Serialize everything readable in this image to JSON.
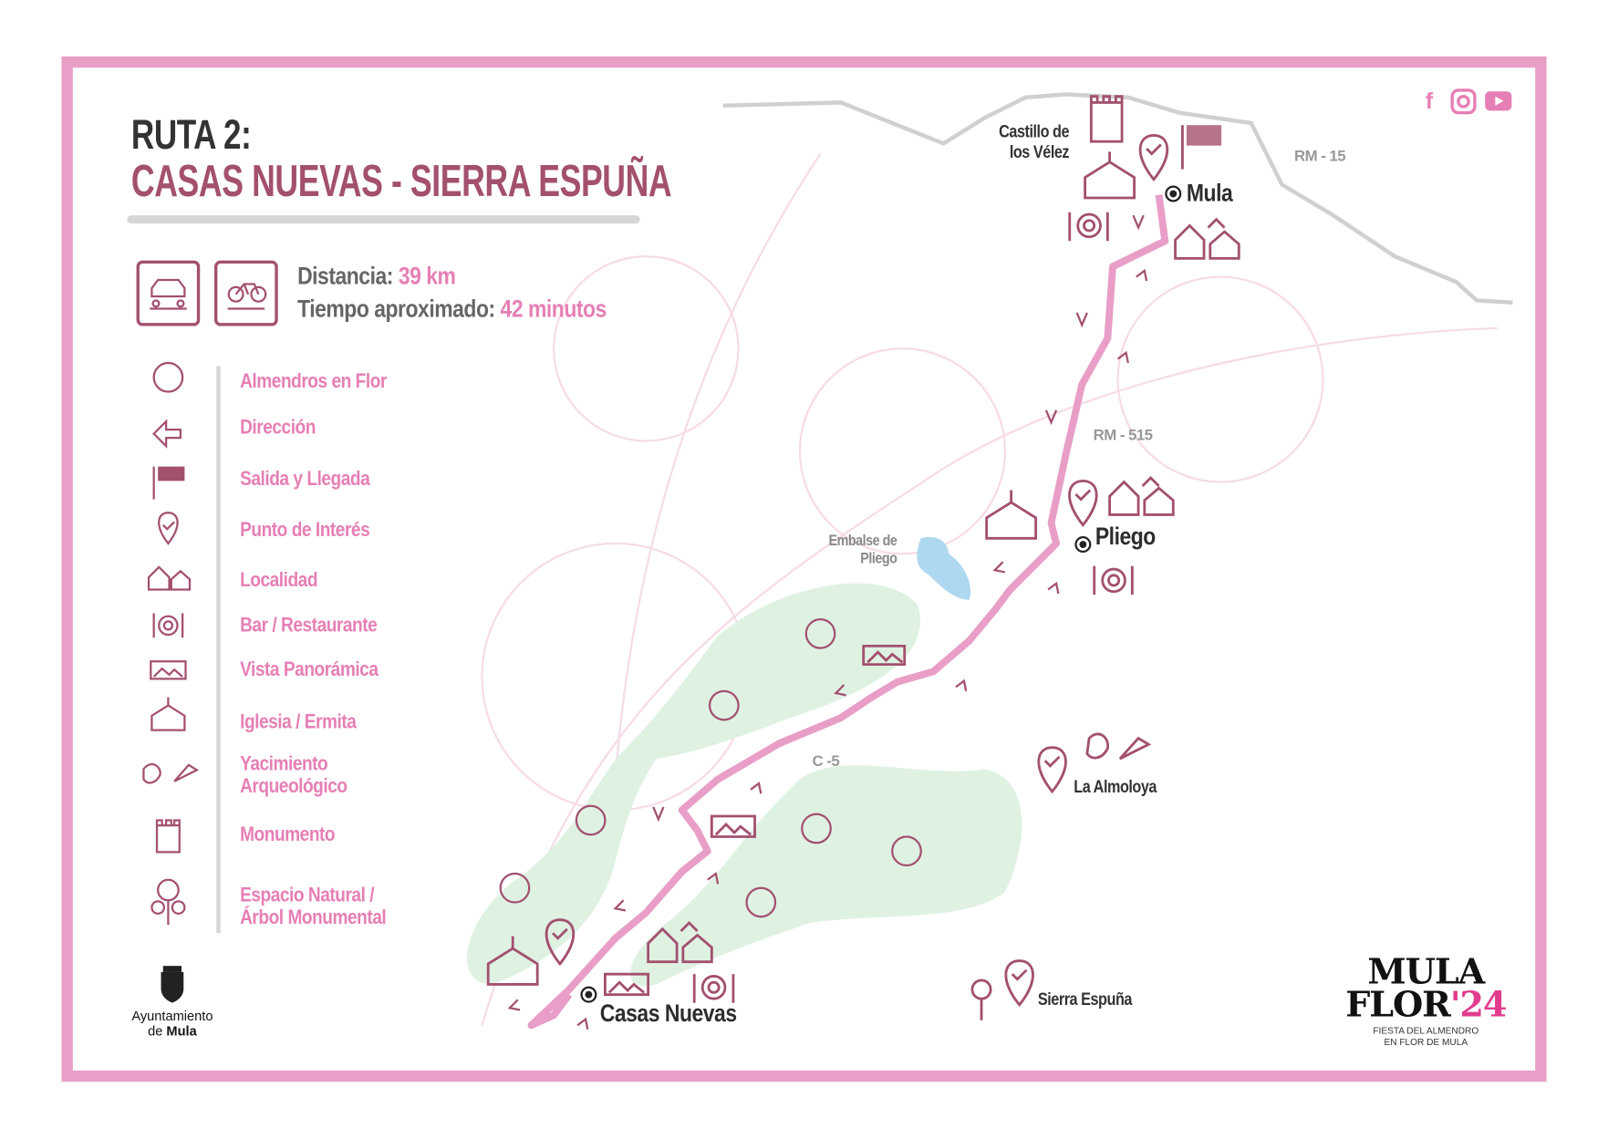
{
  "header": {
    "title_line1": "RUTA 2:",
    "title_line2": "CASAS NUEVAS - SIERRA ESPUÑA"
  },
  "trip": {
    "distance_label": "Distancia:",
    "distance_value": "39 km",
    "time_label": "Tiempo aproximado:",
    "time_value": "42 minutos",
    "modes": [
      "car-icon",
      "bicycle-icon"
    ]
  },
  "legend": [
    {
      "icon": "almond-flower-icon",
      "label": "Almendros en Flor"
    },
    {
      "icon": "direction-arrow-icon",
      "label": "Dirección"
    },
    {
      "icon": "checkered-flag-icon",
      "label": "Salida y Llegada"
    },
    {
      "icon": "map-pin-icon",
      "label": "Punto de Interés"
    },
    {
      "icon": "houses-icon",
      "label": "Localidad"
    },
    {
      "icon": "restaurant-icon",
      "label": "Bar / Restaurante"
    },
    {
      "icon": "panorama-icon",
      "label": "Vista Panorámica"
    },
    {
      "icon": "church-icon",
      "label": "Iglesia / Ermita"
    },
    {
      "icon": "archaeology-icon",
      "label": "Yacimiento",
      "label2": "Arqueológico"
    },
    {
      "icon": "tower-icon",
      "label": "Monumento"
    },
    {
      "icon": "tree-icon",
      "label": "Espacio Natural /",
      "label2": "Árbol Monumental"
    }
  ],
  "map": {
    "places": {
      "mula": "Mula",
      "pliego": "Pliego",
      "casas_nuevas": "Casas Nuevas",
      "la_almoloya": "La Almoloya",
      "sierra_espuna": "Sierra Espuña",
      "castillo_l1": "Castillo de",
      "castillo_l2": "los Vélez",
      "embalse_l1": "Embalse de",
      "embalse_l2": "Pliego"
    },
    "roads": {
      "rm15": "RM - 15",
      "rm515": "RM - 515",
      "c5": "C -5"
    },
    "colors": {
      "route": "#e89ec7",
      "road": "#d0d0d0",
      "green": "#dff2e2",
      "lake": "#aed8ef",
      "icon": "#a3506f"
    }
  },
  "social": [
    "facebook-icon",
    "instagram-icon",
    "youtube-icon"
  ],
  "footer": {
    "ayto_l1": "Ayuntamiento",
    "ayto_l2_pre": "de ",
    "ayto_l2_bold": "Mula",
    "logo_l1": "MULA",
    "logo_l2": "FLOR",
    "logo_year": "'24",
    "logo_sub1": "FIESTA DEL ALMENDRO",
    "logo_sub2": "EN FLOR DE MULA"
  }
}
